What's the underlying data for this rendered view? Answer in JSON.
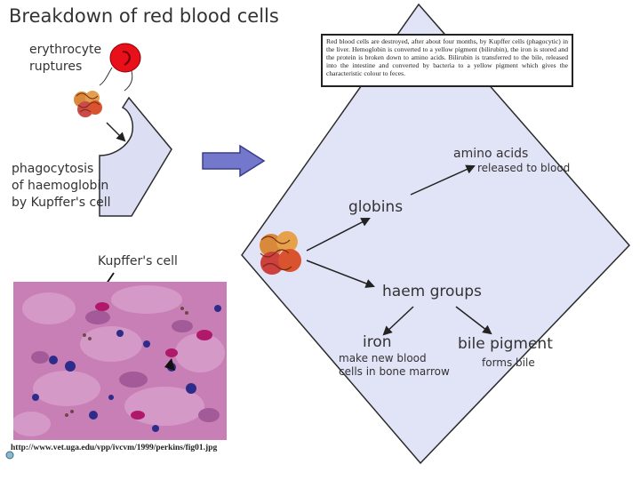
{
  "title": "Breakdown of red blood cells",
  "labels": {
    "erythrocyte_ruptures": [
      "erythrocyte",
      "ruptures"
    ],
    "phagocytosis": [
      "phagocytosis",
      "of haemoglobin",
      "by Kupffer's cell"
    ],
    "kupffer_cell": "Kupffer's cell",
    "amino_acids": "amino acids",
    "released_to_blood": "released to blood",
    "globins": "globins",
    "haem_groups": "haem groups",
    "iron": "iron",
    "iron_note": [
      "make new blood",
      "cells in bone marrow"
    ],
    "bile_pigment": "bile pigment",
    "forms_bile": "forms bile"
  },
  "info_text": "Red blood cells are destroyed, after about four months, by Kupffer cells (phagocytic) in the liver. Hemoglobin is converted to a yellow pigment (bilirubin), the iron is stored and the protein is broken down to amino acids. Bilirubin is transferred to the bile, released into the intestine and converted by bacteria to a yellow pigment which gives the characteristic colour to feces.",
  "source_url": "http://www.vet.uga.edu/vpp/ivcvm/1999/perkins/fig01.jpg",
  "colors": {
    "diamond_fill": "#e1e3f6",
    "kupffer_fill": "#dcdef4",
    "arrow_fill": "#7378cc",
    "rbc_red": "#e8101a",
    "tissue_pink": "#c77fb5"
  }
}
